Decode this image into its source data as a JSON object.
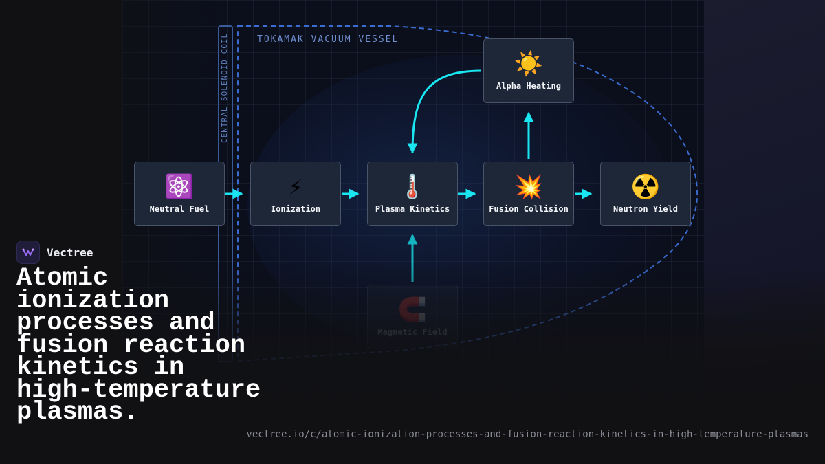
{
  "diagram": {
    "vessel_label": "TOKAMAK VACUUM VESSEL",
    "coil_label": "CENTRAL SOLENOID COIL",
    "nodes": [
      {
        "id": "neutral-fuel",
        "label": "Neutral Fuel",
        "icon": "atom-icon",
        "glyph": "⚛️"
      },
      {
        "id": "ionization",
        "label": "Ionization",
        "icon": "lightning-icon",
        "glyph": "⚡"
      },
      {
        "id": "plasma-kinetics",
        "label": "Plasma Kinetics",
        "icon": "thermometer-icon",
        "glyph": "🌡️"
      },
      {
        "id": "fusion-collision",
        "label": "Fusion Collision",
        "icon": "collision-icon",
        "glyph": "💥"
      },
      {
        "id": "neutron-yield",
        "label": "Neutron Yield",
        "icon": "radioactive-icon",
        "glyph": "☢️"
      },
      {
        "id": "alpha-heating",
        "label": "Alpha Heating",
        "icon": "sun-icon",
        "glyph": "☀️"
      },
      {
        "id": "magnetic-field",
        "label": "Magnetic Field",
        "icon": "magnet-icon",
        "glyph": "🧲"
      }
    ],
    "edges": [
      {
        "from": "neutral-fuel",
        "to": "ionization"
      },
      {
        "from": "ionization",
        "to": "plasma-kinetics"
      },
      {
        "from": "plasma-kinetics",
        "to": "fusion-collision"
      },
      {
        "from": "fusion-collision",
        "to": "neutron-yield"
      },
      {
        "from": "fusion-collision",
        "to": "alpha-heating"
      },
      {
        "from": "alpha-heating",
        "to": "plasma-kinetics"
      },
      {
        "from": "magnetic-field",
        "to": "plasma-kinetics"
      }
    ],
    "colors": {
      "arrow": "#19e6f0",
      "vessel": "#3a6bd0",
      "node_bg": "#1e2738"
    }
  },
  "brand": {
    "name": "Vectree"
  },
  "headline": "Atomic ionization processes and fusion reaction kinetics in high-temperature plasmas.",
  "url": "vectree.io/c/atomic-ionization-processes-and-fusion-reaction-kinetics-in-high-temperature-plasmas"
}
